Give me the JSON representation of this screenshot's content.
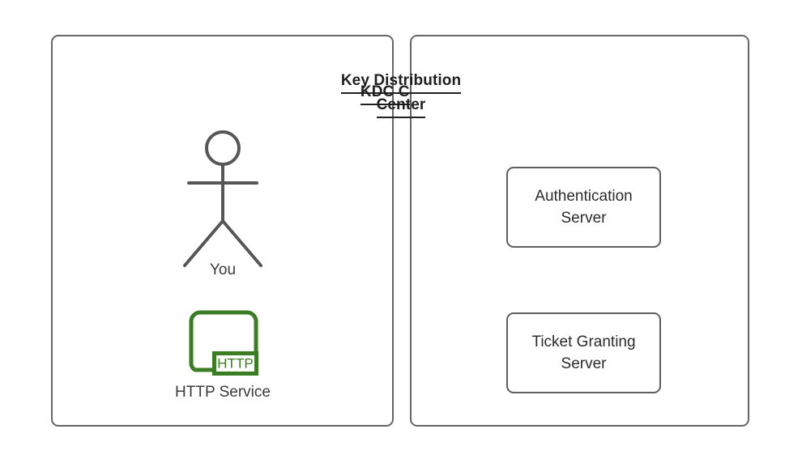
{
  "diagram": {
    "background_color": "#ffffff",
    "panel_border_color": "#666666",
    "text_color": "#2b2b2b",
    "accent_green": "#3a7d23"
  },
  "panels": [
    {
      "id": "kdc-client",
      "title_lines": [
        "KDC Client"
      ],
      "actor": {
        "icon": "stick-figure-icon",
        "label": "You"
      },
      "service": {
        "icon": "http-service-icon",
        "badge_text": "HTTP",
        "label": "HTTP Service",
        "color": "#3a7d23"
      }
    },
    {
      "id": "key-distribution-center",
      "title_lines": [
        "Key Distribution",
        "Center"
      ],
      "boxes": [
        {
          "id": "authentication-server",
          "lines": [
            "Authentication",
            "Server"
          ]
        },
        {
          "id": "ticket-granting-server",
          "lines": [
            "Ticket Granting",
            "Server"
          ]
        }
      ]
    }
  ]
}
